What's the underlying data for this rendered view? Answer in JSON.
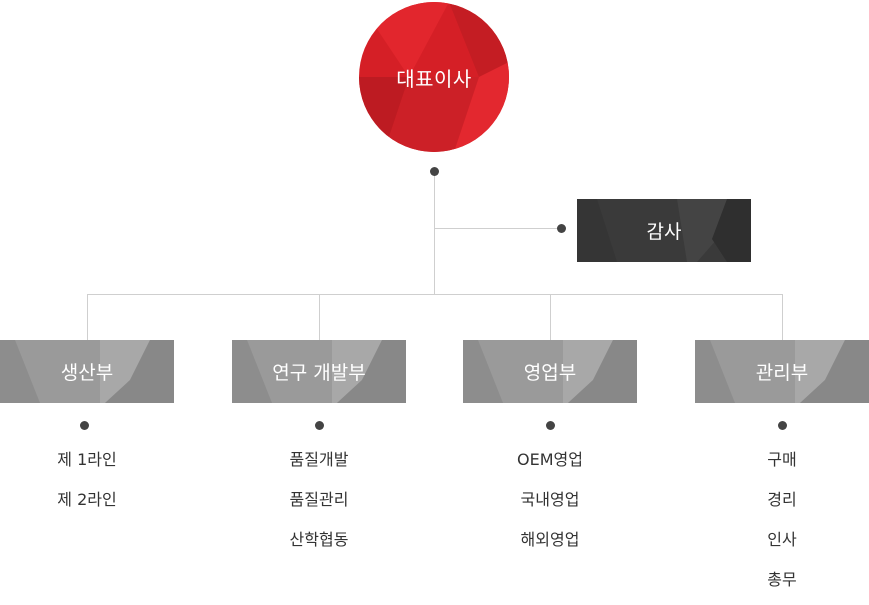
{
  "ceo": {
    "label": "대표이사"
  },
  "audit": {
    "label": "감사"
  },
  "departments": [
    {
      "label": "생산부",
      "items": [
        "제 1라인",
        "제 2라인"
      ]
    },
    {
      "label": "연구 개발부",
      "items": [
        "품질개발",
        "품질관리",
        "산학협동"
      ]
    },
    {
      "label": "영업부",
      "items": [
        "OEM영업",
        "국내영업",
        "해외영업"
      ]
    },
    {
      "label": "관리부",
      "items": [
        "구매",
        "경리",
        "인사",
        "총무"
      ]
    }
  ],
  "colors": {
    "ceo": "#d51f26",
    "audit": "#3a3a3a",
    "department": "#9a9a9a",
    "connector": "#cfcfcf",
    "dot": "#444444"
  }
}
